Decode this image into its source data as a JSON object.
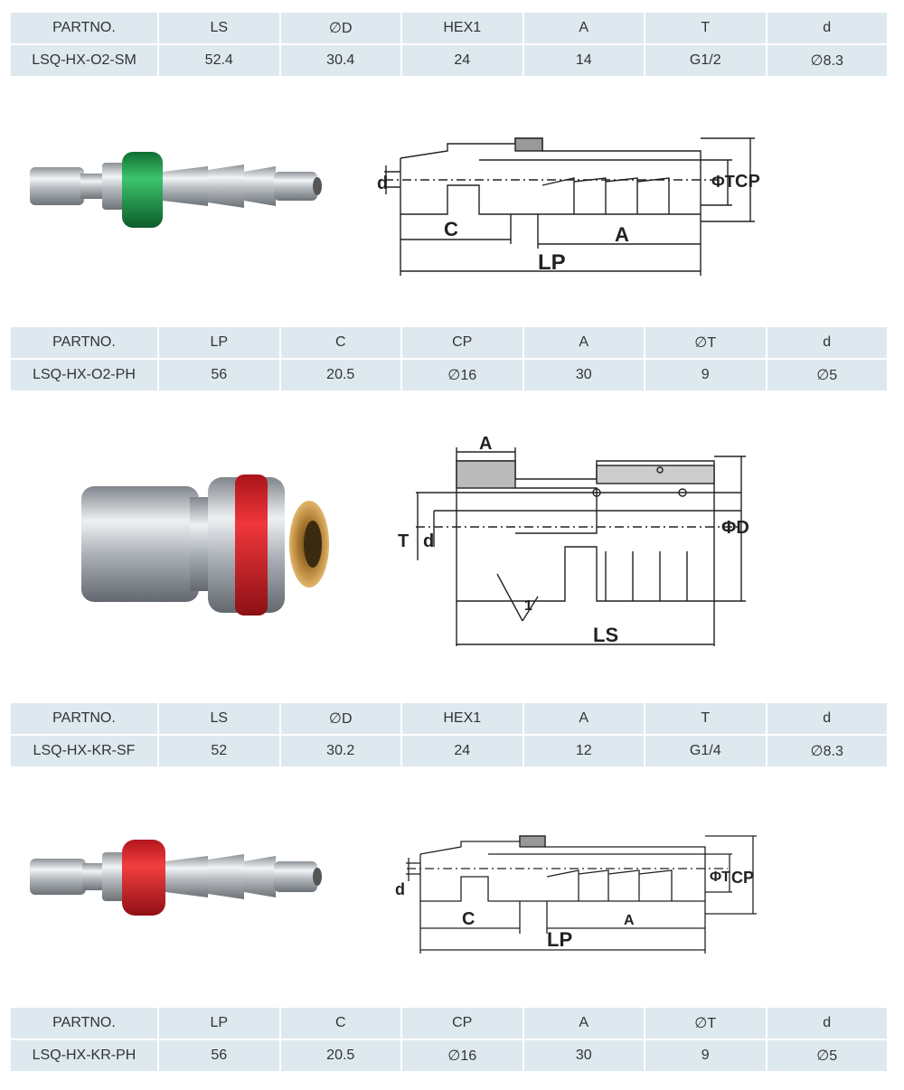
{
  "tables": [
    {
      "headers": [
        "PARTNO.",
        "LS",
        "∅D",
        "HEX1",
        "A",
        "T",
        "d"
      ],
      "row": [
        "LSQ-HX-O2-SM",
        "52.4",
        "30.4",
        "24",
        "14",
        "G1/2",
        "∅8.3"
      ]
    },
    {
      "headers": [
        "PARTNO.",
        "LP",
        "C",
        "CP",
        "A",
        "∅T",
        "d"
      ],
      "row": [
        "LSQ-HX-O2-PH",
        "56",
        "20.5",
        "∅16",
        "30",
        "9",
        "∅5"
      ]
    },
    {
      "headers": [
        "PARTNO.",
        "LS",
        "∅D",
        "HEX1",
        "A",
        "T",
        "d"
      ],
      "row": [
        "LSQ-HX-KR-SF",
        "52",
        "30.2",
        "24",
        "12",
        "G1/4",
        "∅8.3"
      ]
    },
    {
      "headers": [
        "PARTNO.",
        "LP",
        "C",
        "CP",
        "A",
        "∅T",
        "d"
      ],
      "row": [
        "LSQ-HX-KR-PH",
        "56",
        "20.5",
        "∅16",
        "30",
        "9",
        "∅5"
      ]
    }
  ],
  "drawings": {
    "plug_green": {
      "d": "d",
      "c": "C",
      "a": "A",
      "lp": "LP",
      "t": "ΦT",
      "cp": "CP"
    },
    "socket": {
      "a": "A",
      "t": "T",
      "d": "d",
      "ls": "LS",
      "dd": "ΦD",
      "one": "1"
    },
    "plug_red": {
      "d": "d",
      "c": "C",
      "a": "A",
      "lp": "LP",
      "t": "ΦT",
      "cp": "CP"
    }
  },
  "colors": {
    "table_bg": "#dde9ef",
    "ring_green": "#1e9a4a",
    "ring_red": "#e2282c",
    "metal": "#c9ced3"
  }
}
